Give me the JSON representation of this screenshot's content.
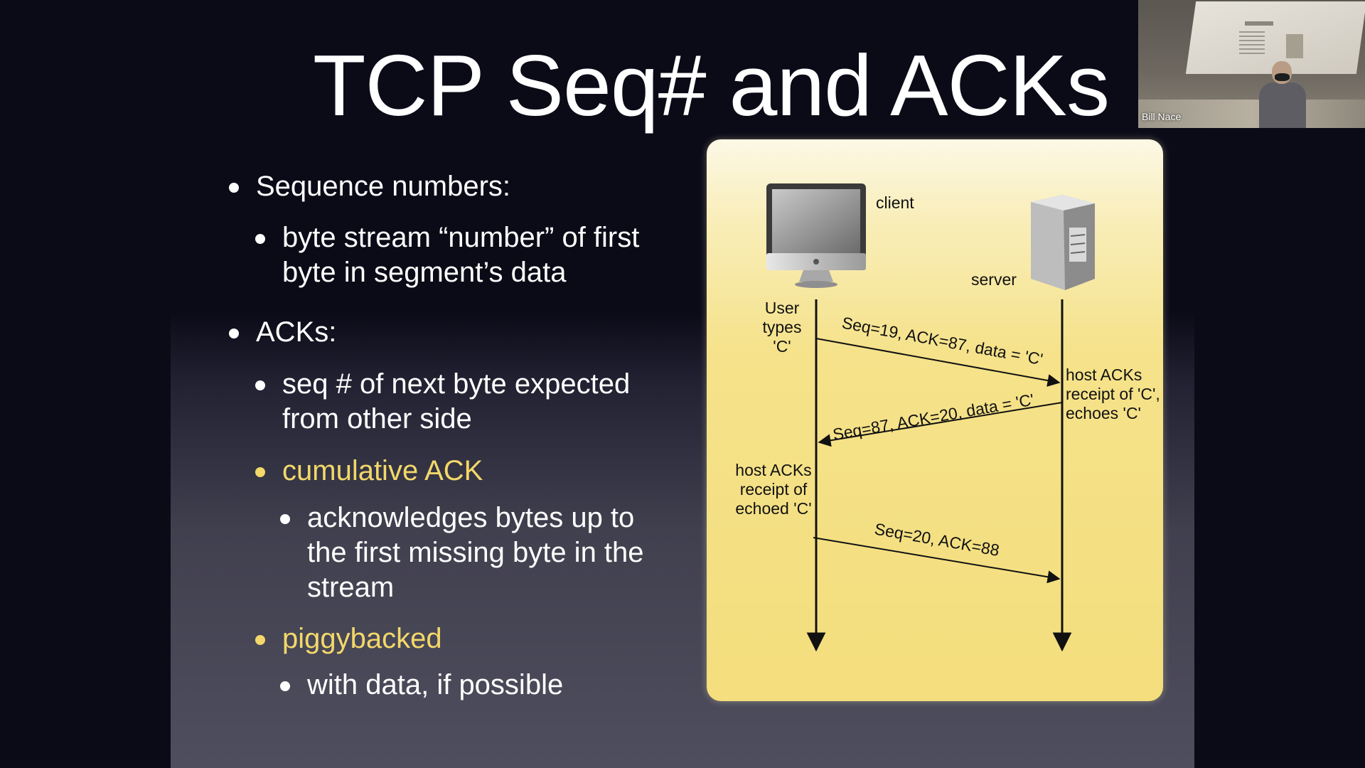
{
  "slide": {
    "title": "TCP Seq# and ACKs",
    "bullets": {
      "seq_heading": "Sequence numbers:",
      "seq_desc_line1": "byte stream “number” of first",
      "seq_desc_line2": "byte in segment’s data",
      "acks_heading": "ACKs:",
      "ack_next_line1": "seq # of next byte expected",
      "ack_next_line2": "from other side",
      "cumulative": "cumulative ACK",
      "cumulative_desc_line1": "acknowledges bytes up to",
      "cumulative_desc_line2": "the first missing byte in the",
      "cumulative_desc_line3": "stream",
      "piggybacked": "piggybacked",
      "piggybacked_desc": "with data, if possible"
    },
    "highlight_color": "#f3d86a"
  },
  "diagram": {
    "client_label": "client",
    "server_label": "server",
    "client_note": [
      "User",
      "types",
      "'C'"
    ],
    "server_note": [
      "host ACKs",
      "receipt of 'C',",
      "echoes 'C'"
    ],
    "client_ack_note": [
      "host ACKs",
      "receipt of",
      "echoed 'C'"
    ],
    "messages": [
      "Seq=19, ACK=87, data = 'C'",
      "Seq=87, ACK=20, data = 'C'",
      "Seq=20, ACK=88"
    ],
    "client_icon": "imac-icon",
    "server_icon": "server-tower-icon"
  },
  "webcam": {
    "name": "Bill Nace"
  }
}
